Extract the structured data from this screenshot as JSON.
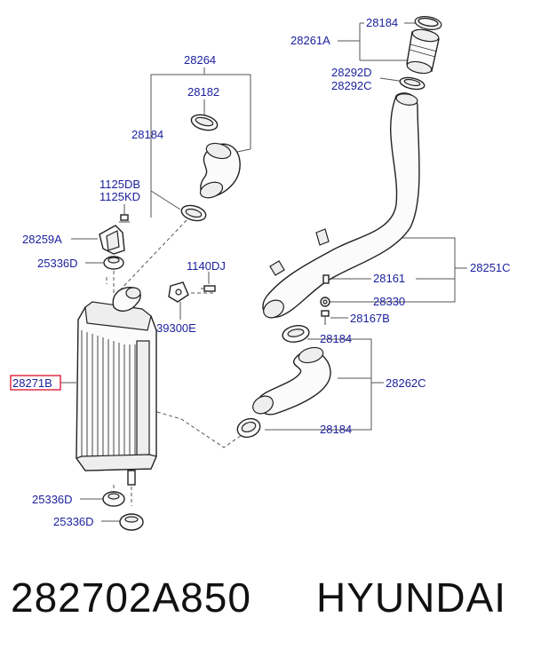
{
  "labels": {
    "l28184_top": "28184",
    "l28261A": "28261A",
    "l28264": "28264",
    "l28182": "28182",
    "l28292D": "28292D",
    "l28292C": "28292C",
    "l28184_mid": "28184",
    "l1125DB": "1125DB",
    "l1125KD": "1125KD",
    "l28259A": "28259A",
    "l25336D_top": "25336D",
    "l1140DJ": "1140DJ",
    "l28251C": "28251C",
    "l28161": "28161",
    "l28330": "28330",
    "l28167B": "28167B",
    "l39300E": "39300E",
    "l28184_r1": "28184",
    "l28271B": "28271B",
    "l28262C": "28262C",
    "l28184_r2": "28184",
    "l25336D_b1": "25336D",
    "l25336D_b2": "25336D"
  },
  "highlight_color": "#e0203a",
  "label_color": "#1a1f9c",
  "footer": {
    "part_number": "282702A850",
    "brand": "HYUNDAI"
  }
}
